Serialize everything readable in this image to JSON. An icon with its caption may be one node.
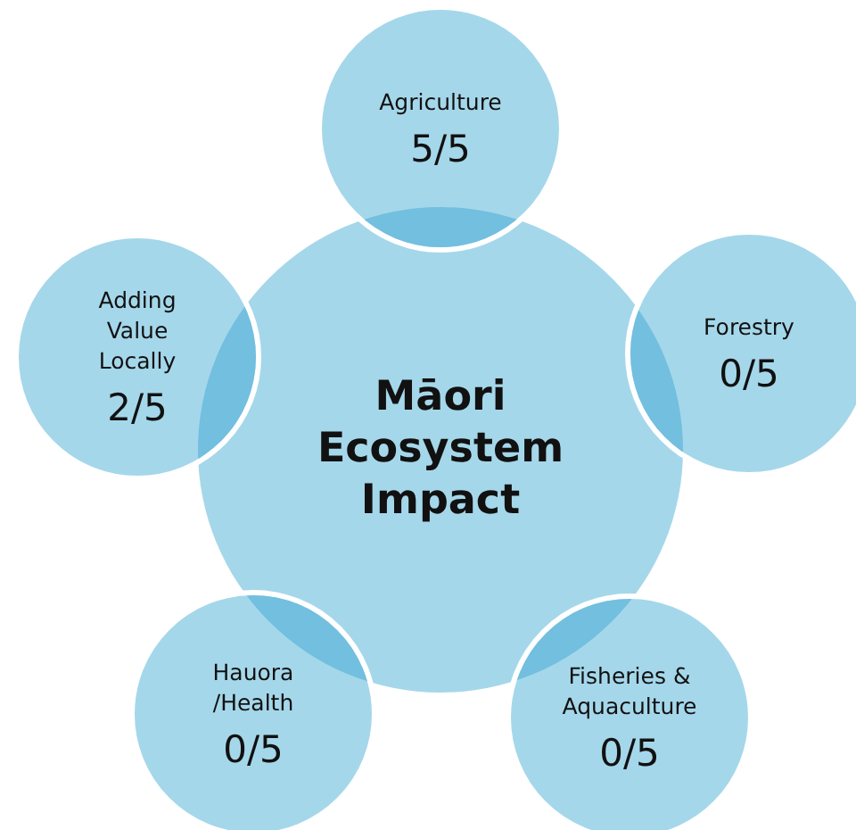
{
  "diagram": {
    "nodes": [
      {
        "text": [
          "Māori Ecosystem Impact"
        ]
      },
      {
        "text": [
          "Agriculture",
          "5/5"
        ]
      },
      {
        "text": [
          "Forestry",
          "0/5"
        ]
      },
      {
        "text": [
          "Fisheries & Aquaculture",
          "0/5"
        ]
      },
      {
        "text": [
          "Hauora /Health",
          "0/5"
        ]
      },
      {
        "text": [
          "Adding Value Locally",
          "2/5"
        ]
      }
    ]
  }
}
